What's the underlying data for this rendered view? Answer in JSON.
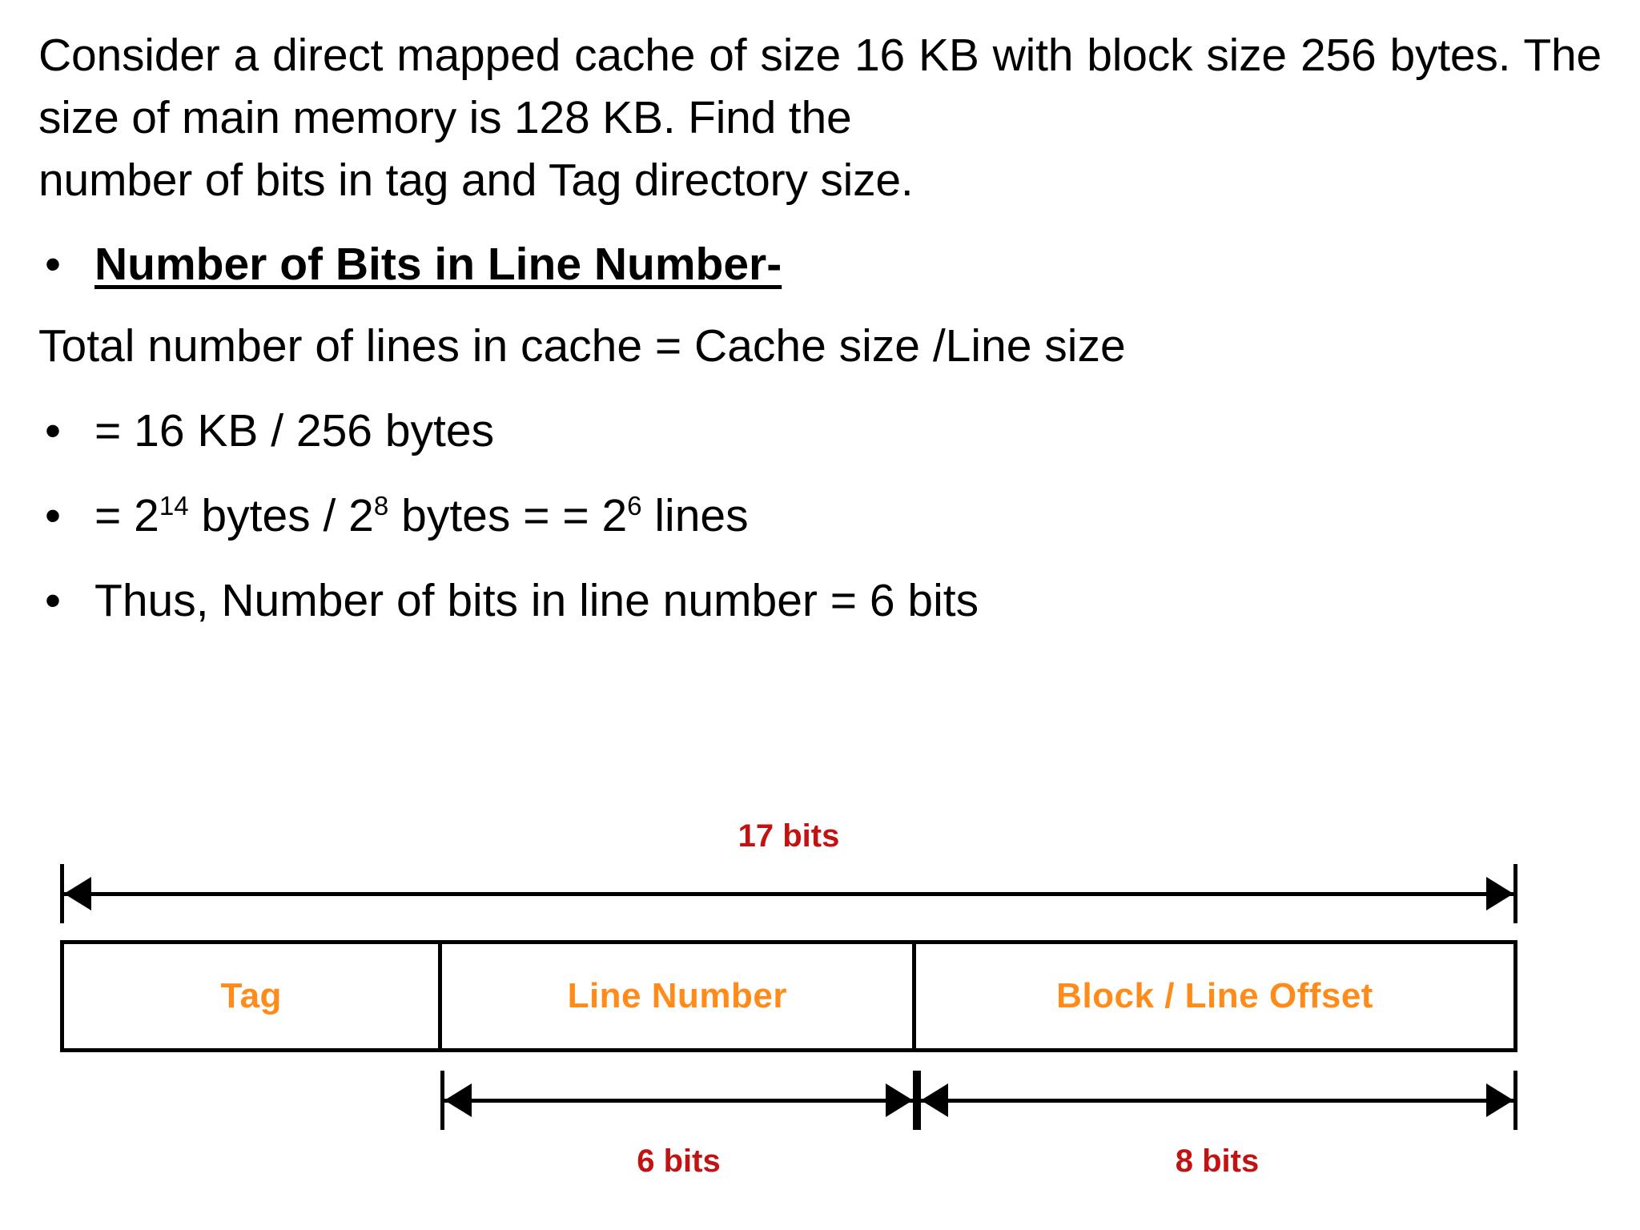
{
  "slide": {
    "background_color": "#ffffff",
    "question": {
      "line1": "Consider a direct mapped cache of size 16 KB with block size",
      "line2": "256 bytes. The size of main memory is 128 KB. Find the",
      "line3": "number of bits in tag and Tag directory size."
    },
    "heading_bullet": {
      "marker": "•",
      "text": "Number of Bits in Line Number-"
    },
    "statement": "Total number of lines in cache = Cache size /Line size",
    "bullets": [
      {
        "marker": "•",
        "prefix": "= 16 KB / 256 bytes",
        "parts": null
      },
      {
        "marker": "•",
        "segments": [
          {
            "text": "= 2"
          },
          {
            "sup": "14"
          },
          {
            "text": " bytes / 2"
          },
          {
            "sup": "8"
          },
          {
            "text": " bytes = = 2"
          },
          {
            "sup": "6"
          },
          {
            "text": " lines"
          }
        ]
      },
      {
        "marker": "•",
        "prefix": "Thus, Number of bits in line number = 6 bits",
        "parts": null
      }
    ]
  },
  "diagram": {
    "title_color": "#c31212",
    "field_label_color": "#ff8c1a",
    "border_color": "#000000",
    "top_measure": {
      "label": "17 bits",
      "bits": 17
    },
    "fields": [
      {
        "label": "Tag",
        "bits": 3
      },
      {
        "label": "Line Number",
        "bits": 6
      },
      {
        "label": "Block / Line Offset",
        "bits": 8
      }
    ],
    "bottom_measures": [
      {
        "label": "6 bits",
        "bits": 6,
        "field": "Line Number"
      },
      {
        "label": "8 bits",
        "bits": 8,
        "field": "Block / Line Offset"
      }
    ]
  }
}
